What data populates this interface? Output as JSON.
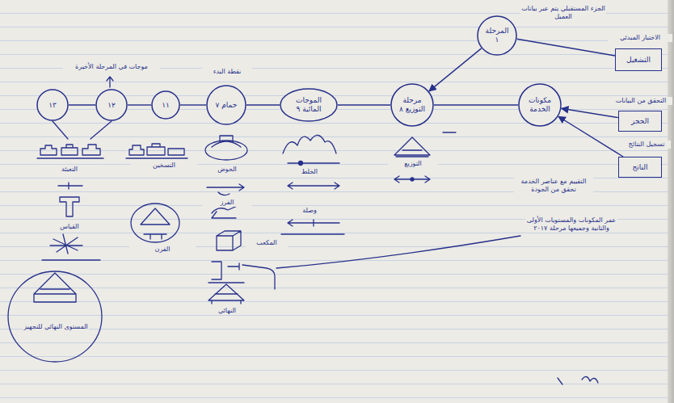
{
  "diagram": {
    "nodes": [
      {
        "text": [
          "١٣"
        ]
      },
      {
        "text": [
          "١٢"
        ]
      },
      {
        "text": [
          "١١"
        ]
      },
      {
        "text": [
          "حمام ٧"
        ]
      },
      {
        "text": [
          "الموجات المائية ٩"
        ]
      },
      {
        "text": [
          "مرحلة التوزيع ٨"
        ]
      },
      {
        "text": [
          "مكونات الخدمة"
        ]
      },
      {
        "text": [
          "المرحلة ١"
        ]
      },
      {
        "text": [
          "التشغيل"
        ]
      },
      {
        "text": [
          "الحجز"
        ]
      },
      {
        "text": [
          "الناتج"
        ]
      }
    ],
    "edges": [
      {
        "from": 0,
        "to": 1,
        "arrow": "none"
      },
      {
        "from": 1,
        "to": 2,
        "arrow": "none"
      },
      {
        "from": 2,
        "to": 3,
        "arrow": "none"
      },
      {
        "from": 3,
        "to": 4,
        "arrow": "none"
      },
      {
        "from": 4,
        "to": 5,
        "arrow": "none"
      },
      {
        "from": 5,
        "to": 6,
        "arrow": "none"
      },
      {
        "from": 7,
        "to": 5,
        "arrow": "to"
      },
      {
        "from": 7,
        "to": 8,
        "arrow": "none"
      },
      {
        "from": 9,
        "to": 6,
        "arrow": "to"
      },
      {
        "from": 10,
        "to": 6,
        "arrow": "to"
      }
    ],
    "labels": [
      "الاختبار المبدئي",
      "الجزء المستقبلي يتم عبر بيانات العميل",
      "التحقق من البيانات",
      "تسجيل النتائج",
      "التقييم مع عناصر الخدمة تحقق من الجودة",
      "عمر المكونات والمستويات الأولى والثانية وجميعها مرحلة ٢٠١٧",
      "نقطة البدء",
      "موجات في المرحلة الأخيرة",
      "التوزيع",
      "الخلط",
      "وصلة",
      "الحوض",
      "الفرز",
      "المكعب",
      "النهائي",
      "التسخين",
      "الفرن",
      "التعبئة",
      "القياس",
      "المستوى النهائي للتجهيز"
    ]
  }
}
